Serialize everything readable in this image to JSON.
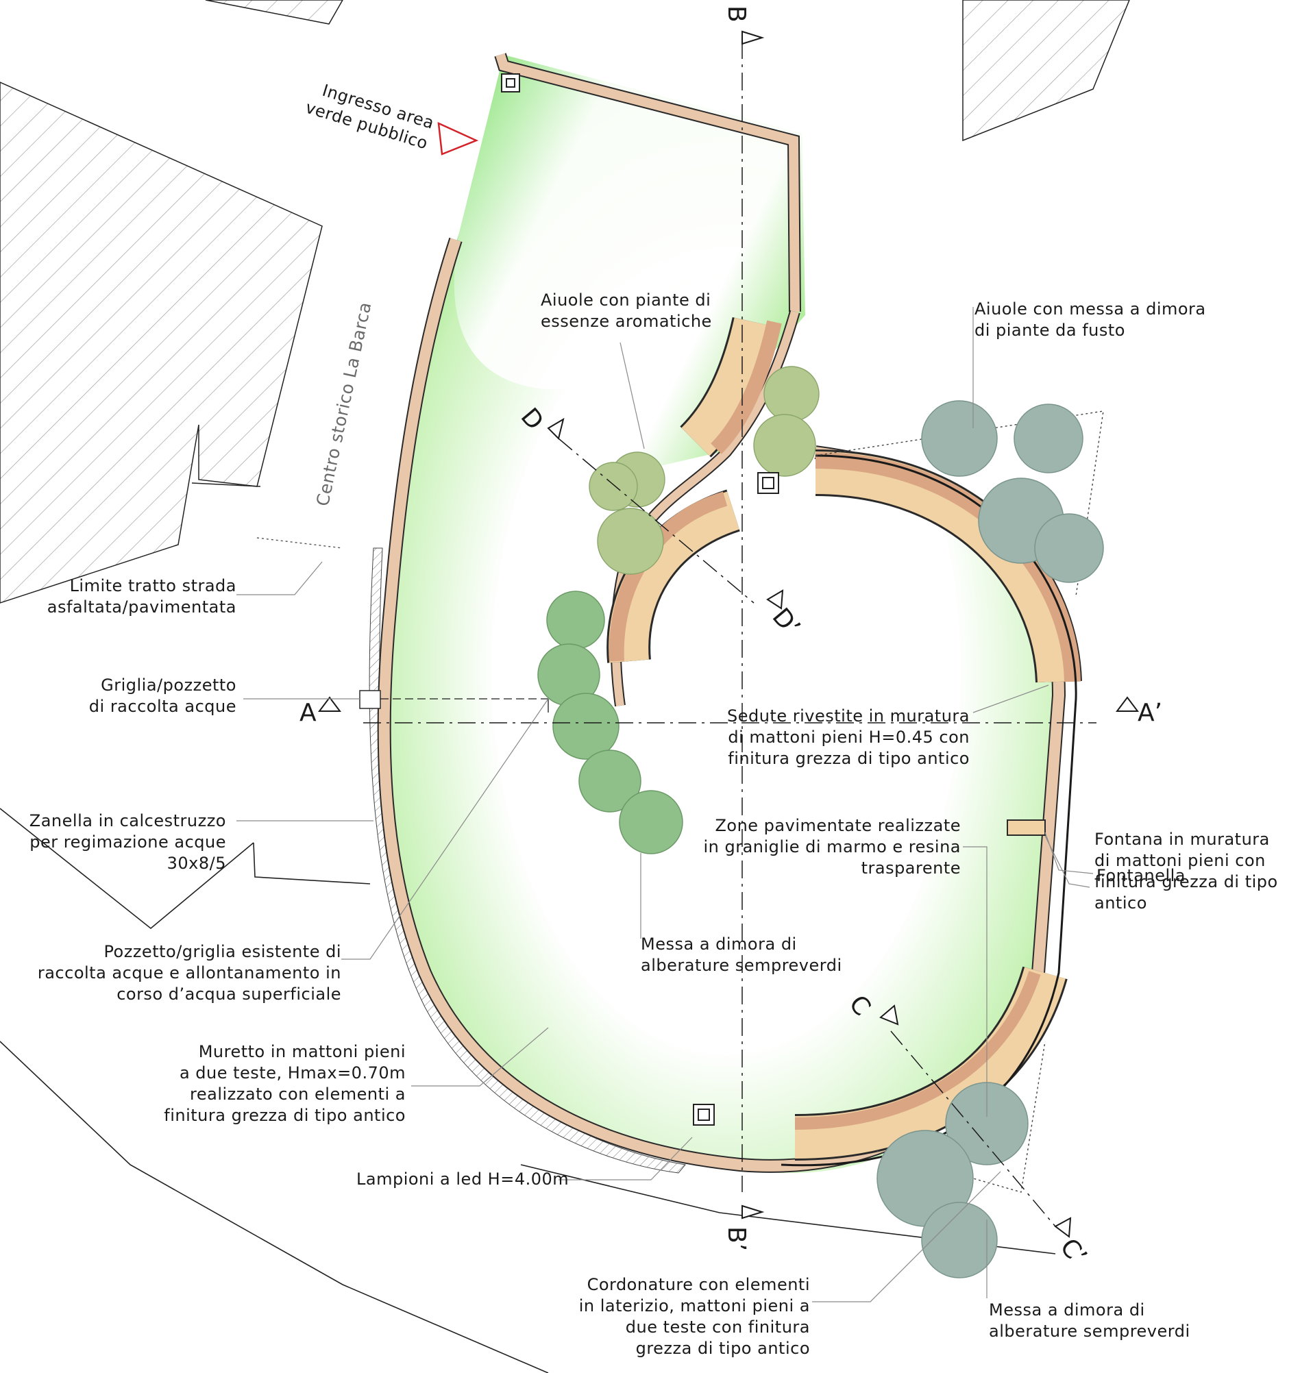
{
  "colors": {
    "lawn": "#7ee06a",
    "brick": "#e9c7ab",
    "brick_dark": "#d9a582",
    "seat": "#f0d2a4",
    "tree_green": "#8fc08a",
    "tree_grey": "#9db5ad",
    "shrub": "#b4c98f",
    "entrance_arrow": "#d2232a",
    "ink": "#1a1a1a"
  },
  "entrance": "Ingresso area\nverde pubblico",
  "street_name": "Centro storico La Barca",
  "labels": {
    "limite_strada": "Limite tratto strada\nasfaltata/pavimentata",
    "griglia": "Griglia/pozzetto\ndi raccolta acque",
    "zanella": "Zanella in calcestruzzo\nper regimazione acque\n30x8/5",
    "pozzetto_esistente": "Pozzetto/griglia esistente di\nraccolta acque e allontanamento in\ncorso d’acqua superficiale",
    "muretto": "Muretto in mattoni pieni\na due teste, Hmax=0.70m\nrealizzato con elementi a\nfinitura grezza di tipo antico",
    "lampioni": "Lampioni a led H=4.00m",
    "cordonature": "Cordonature con elementi\nin laterizio, mattoni pieni a\ndue teste con finitura\ngrezza di tipo antico",
    "aiuole_aromatiche": "Aiuole con piante di\nessenze aromatiche",
    "aiuole_fusto": "Aiuole con messa a dimora\ndi piante da fusto",
    "sedute": "Sedute rivestite in muratura\ndi mattoni pieni H=0.45 con\nfinitura grezza di tipo antico",
    "zone_pavimentate": "Zone pavimentate realizzate\nin graniglie di marmo e resina\ntrasparente",
    "fontana": "Fontana in muratura\ndi mattoni pieni con\nfinitura grezza di tipo\nantico",
    "fontanella": "Fontanella",
    "messa_dimora_center": "Messa a dimora di\nalberature sempreverdi",
    "messa_dimora_bottom": "Messa a dimora di\nalberature sempreverdi"
  },
  "sections": {
    "A": "A",
    "A_prime": "A’",
    "B": "B",
    "B_prime": "B’",
    "C": "C",
    "C_prime": "C’",
    "D": "D",
    "D_prime": "D’"
  },
  "icons": [
    "lamp-post-icon",
    "tree-icon",
    "shrub-icon",
    "section-marker-icon",
    "entrance-arrow-icon"
  ]
}
